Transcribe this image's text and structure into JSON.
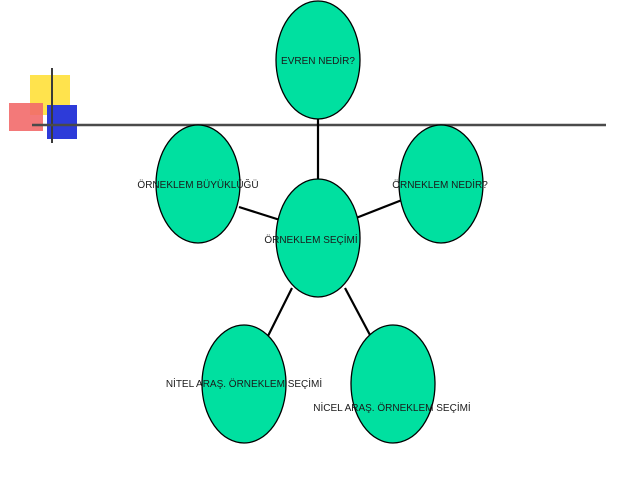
{
  "diagram": {
    "center_label": "ÖRNEKLEM SEÇİMİ",
    "nodes": [
      {
        "id": "evren",
        "label": "EVREN NEDİR?"
      },
      {
        "id": "orneklem-nedir",
        "label": "ÖRNEKLEM NEDİR?"
      },
      {
        "id": "nicel",
        "label": "NİCEL ARAŞ. ÖRNEKLEM SEÇİMİ"
      },
      {
        "id": "nitel",
        "label": "NİTEL ARAŞ. ÖRNEKLEM SEÇİMİ"
      },
      {
        "id": "buyukluk",
        "label": "ÖRNEKLEM BÜYÜKLÜĞÜ"
      }
    ]
  },
  "colors": {
    "node_fill": "#00E0A0",
    "node_stroke": "#000000",
    "connector": "#000000",
    "deco_yellow": "#FFE34D",
    "deco_red": "#F26A6A",
    "deco_blue": "#2D3BD9",
    "deco_line": "#4A4A4A"
  }
}
